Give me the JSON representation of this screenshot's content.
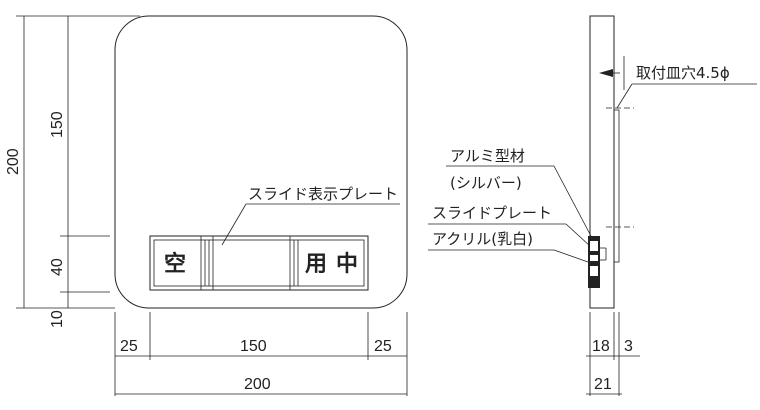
{
  "front_view": {
    "dimensions": {
      "height_total": "200",
      "height_upper": "150",
      "height_slide": "40",
      "height_bottom": "10",
      "width_left": "25",
      "width_center": "150",
      "width_right": "25",
      "width_total": "200"
    },
    "slide_plate_label": "スライド表示プレート",
    "left_character": "空",
    "right_characters": [
      "用",
      "中"
    ]
  },
  "side_view": {
    "mounting_hole_label": "取付皿穴4.5ϕ",
    "aluminum_label_line1": "アルミ型材",
    "aluminum_label_line2": "(シルバー)",
    "slide_plate_label": "スライドプレート",
    "acrylic_label": "アクリル(乳白)",
    "dimensions": {
      "depth_main": "18",
      "depth_plate": "3",
      "depth_total": "21"
    }
  }
}
